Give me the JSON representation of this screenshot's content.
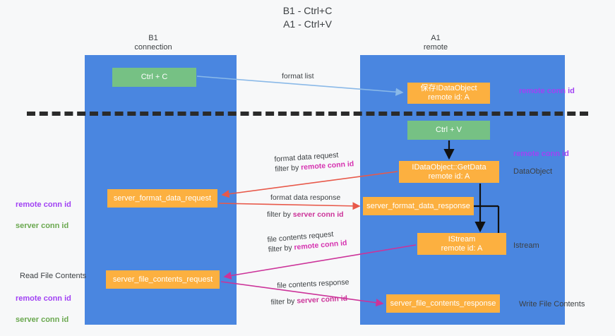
{
  "title": "B1 - Ctrl+C\nA1 - Ctrl+V",
  "columns": {
    "left": {
      "name": "B1",
      "role": "connection"
    },
    "right": {
      "name": "A1",
      "role": "remote"
    }
  },
  "boxes": {
    "ctrl_c": "Ctrl + C",
    "save_dataobject": "保存IDataObject\nremote id: A",
    "ctrl_v": "Ctrl + V",
    "getdata": "IDataObject::GetData\nremote id: A",
    "server_format_data_request": "server_format_data_request",
    "server_format_data_response": "server_format_data_response",
    "istream": "IStream\nremote id: A",
    "server_file_contents_request": "server_file_contents_request",
    "server_file_contents_response": "server_file_contents_response"
  },
  "side_labels": {
    "remote_conn_id_top": "remote conn id",
    "remote_conn_id_mid": "remote conn id",
    "dataobject": "DataObject",
    "istream": "Istream",
    "write_file_contents": "Write File Contents",
    "read_file_contents": "Read File Contents",
    "left_ids_block_1": {
      "line1": "remote conn id",
      "line2": "server conn id"
    },
    "left_ids_block_2": {
      "line1": "remote conn id",
      "line2": "server conn id"
    }
  },
  "edge_labels": {
    "format_list": "format list",
    "format_data_request": {
      "line1": "format data request",
      "prefix": "filter by ",
      "highlight": "remote conn id"
    },
    "format_data_response": {
      "line1": "format data response",
      "prefix": "filter by ",
      "highlight": "server conn id"
    },
    "file_contents_request": {
      "line1": "file contents request",
      "prefix": "filter by ",
      "highlight": "remote conn id"
    },
    "file_contents_response": {
      "line1": "file contents response",
      "prefix": "filter by ",
      "highlight": "server conn id"
    }
  },
  "colors": {
    "lane": "#4a86e0",
    "green_box": "#76c184",
    "orange_box": "#fcb040",
    "purple_text": "#a142f4",
    "green_text": "#6aa84f",
    "magenta_edge": "#cc3399",
    "red_edge": "#e8594a",
    "blue_edge": "#8ab9e8",
    "divider": "#2b2b2b",
    "background": "#f7f8f9"
  }
}
